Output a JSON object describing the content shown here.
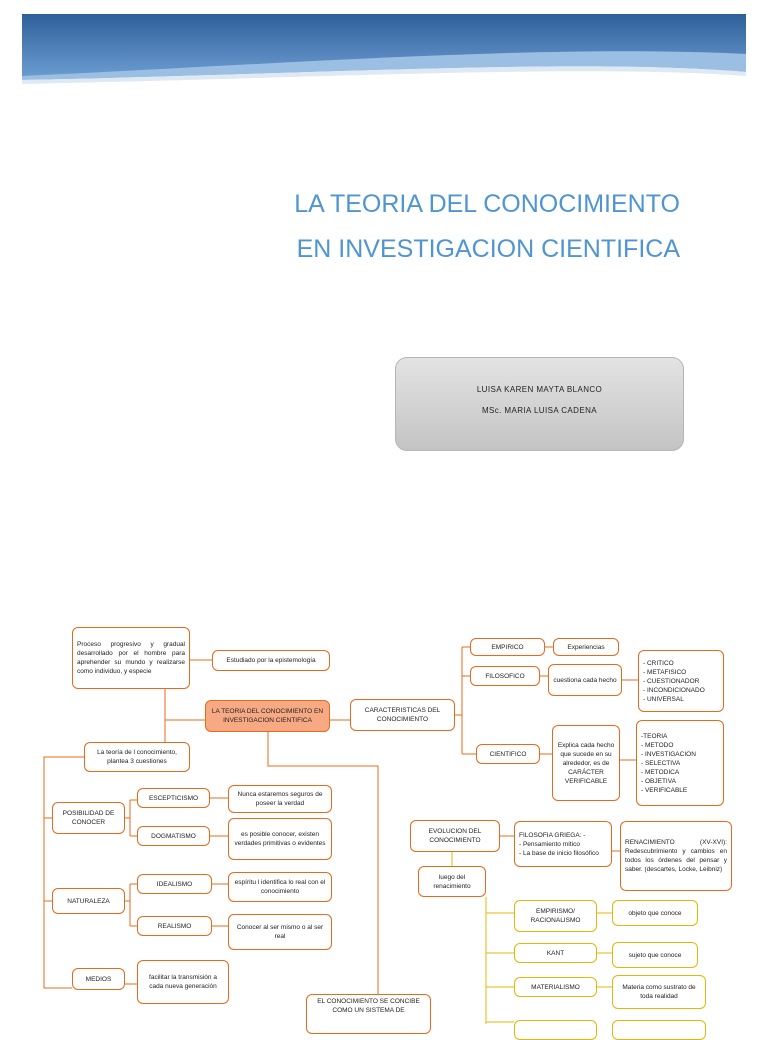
{
  "document": {
    "title_line1": "LA TEORIA DEL CONOCIMIENTO",
    "title_line2": "EN INVESTIGACION CIENTIFICA",
    "author": "LUISA KAREN MAYTA BLANCO",
    "advisor": "MSc. MARIA LUISA CADENA"
  },
  "colors": {
    "title": "#4f95d1",
    "banner_dark": "#2f5f98",
    "banner_light": "#9bbfe3",
    "box_border": "#e46b1d",
    "box_border_secondary": "#e3b80a",
    "box_highlight": "#f6a983"
  },
  "map": {
    "proceso": "Proceso progresivo y gradual desarrollado por el hombre para aprehender su mundo y realizarse como individuo, y especie",
    "estudiado": "Estudiado por la epistemología",
    "central": "LA TEORIA DEL CONOCIMIENTO EN INVESTIGACION CIENTIFICA",
    "teoria_cuestiones": "La teoría de l conocimiento, plantea 3 cuestiones",
    "posibilidad": "POSIBILIDAD DE CONOCER",
    "escepticismo": "ESCEPTICISMO",
    "escepticismo_def": "Nunca estaremos seguros de poseer la verdad",
    "dogmatismo": "DOGMATISMO",
    "dogmatismo_def": "es posible conocer, existen verdades primitivas o evidentes",
    "naturaleza": "NATURALEZA",
    "idealismo": "IDEALISMO",
    "idealismo_def": "espíritu l identifica lo real con el conocimiento",
    "realismo": "REALISMO",
    "realismo_def": "Conocer al ser mismo o al ser real",
    "medios": "MEDIOS",
    "medios_def": "facilitar la transmisión a cada nueva generación",
    "sistema": "EL CONOCIMIENTO SE CONCIBE COMO UN SISTEMA DE",
    "caracteristicas": "CARACTERISTICAS DEL CONOCIMIENTO",
    "empirico": "EMPIRICO",
    "experiencias": "Experiencias",
    "filosofico": "FILOSOFICO",
    "filosofico_def": "cuestiona cada hecho",
    "filosofico_list": "- CRITICO\n- METAFISICO\n- CUESTIONADOR\n- INCONDICIONADO\n- UNIVERSAL",
    "cientifico": "CIENTIFICO",
    "cientifico_def": "Explica cada hecho que sucede en su alrededor, es de CARÁCTER VERIFICABLE",
    "cientifico_list": "-TEORIA\n- METODO\n- INVESTIGACION\n- SELECTIVA\n- METODICA\n- OBJETIVA\n- VERIFICABLE",
    "evolucion": "EVOLUCION DEL CONOCIMIENTO",
    "griega": "FILOSOFIA GRIEGA: -\n- Pensamiento mítico\n- La base de inicio filosófico",
    "renacimiento": "RENACIMIENTO (XV-XVI): Redescubrimiento y cambios en todos los órdenes del pensar y saber. (descartes, Locke, Leibniz)",
    "luego": "luego del renacimiento",
    "empirismo": "EMPIRISMO/ RACIONALISMO",
    "objeto": "objeto que conoce",
    "kant": "KANT",
    "sujeto": "sujeto que conoce",
    "materialismo": "MATERIALISMO",
    "materia": "Materia como sustrato de toda realidad"
  }
}
